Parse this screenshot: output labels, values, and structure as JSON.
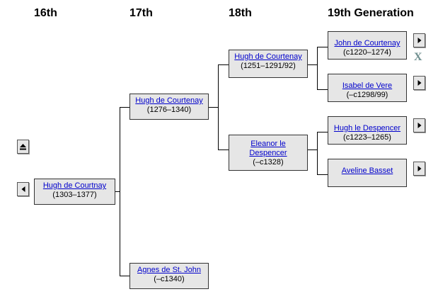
{
  "headers": {
    "gen16": "16th",
    "gen17": "17th",
    "gen18": "18th",
    "gen19": "19th Generation"
  },
  "people": {
    "p1": {
      "name": "Hugh de Courtnay",
      "dates": "(1303–1377)"
    },
    "p2": {
      "name": "Hugh de Courtenay",
      "dates": "(1276–1340)"
    },
    "p3": {
      "name": "Agnes de St. John",
      "dates": "(–c1340)"
    },
    "p4": {
      "name": "Hugh de Courtenay",
      "dates": "(1251–1291/92)"
    },
    "p5": {
      "name": "Eleanor le Despencer",
      "dates": "(–c1328)"
    },
    "p6": {
      "name": "John de Courtenay",
      "dates": "(c1220–1274)"
    },
    "p7": {
      "name": "Isabel de Vere",
      "dates": "(–c1298/99)"
    },
    "p8": {
      "name": "Hugh le Despencer",
      "dates": "(c1223–1265)"
    },
    "p9": {
      "name": "Aveline Basset",
      "dates": ""
    }
  },
  "marker": {
    "text": "X"
  },
  "icons": {
    "eject": "eject-icon",
    "back": "triangle-left-icon",
    "forward": "triangle-right-icon"
  }
}
